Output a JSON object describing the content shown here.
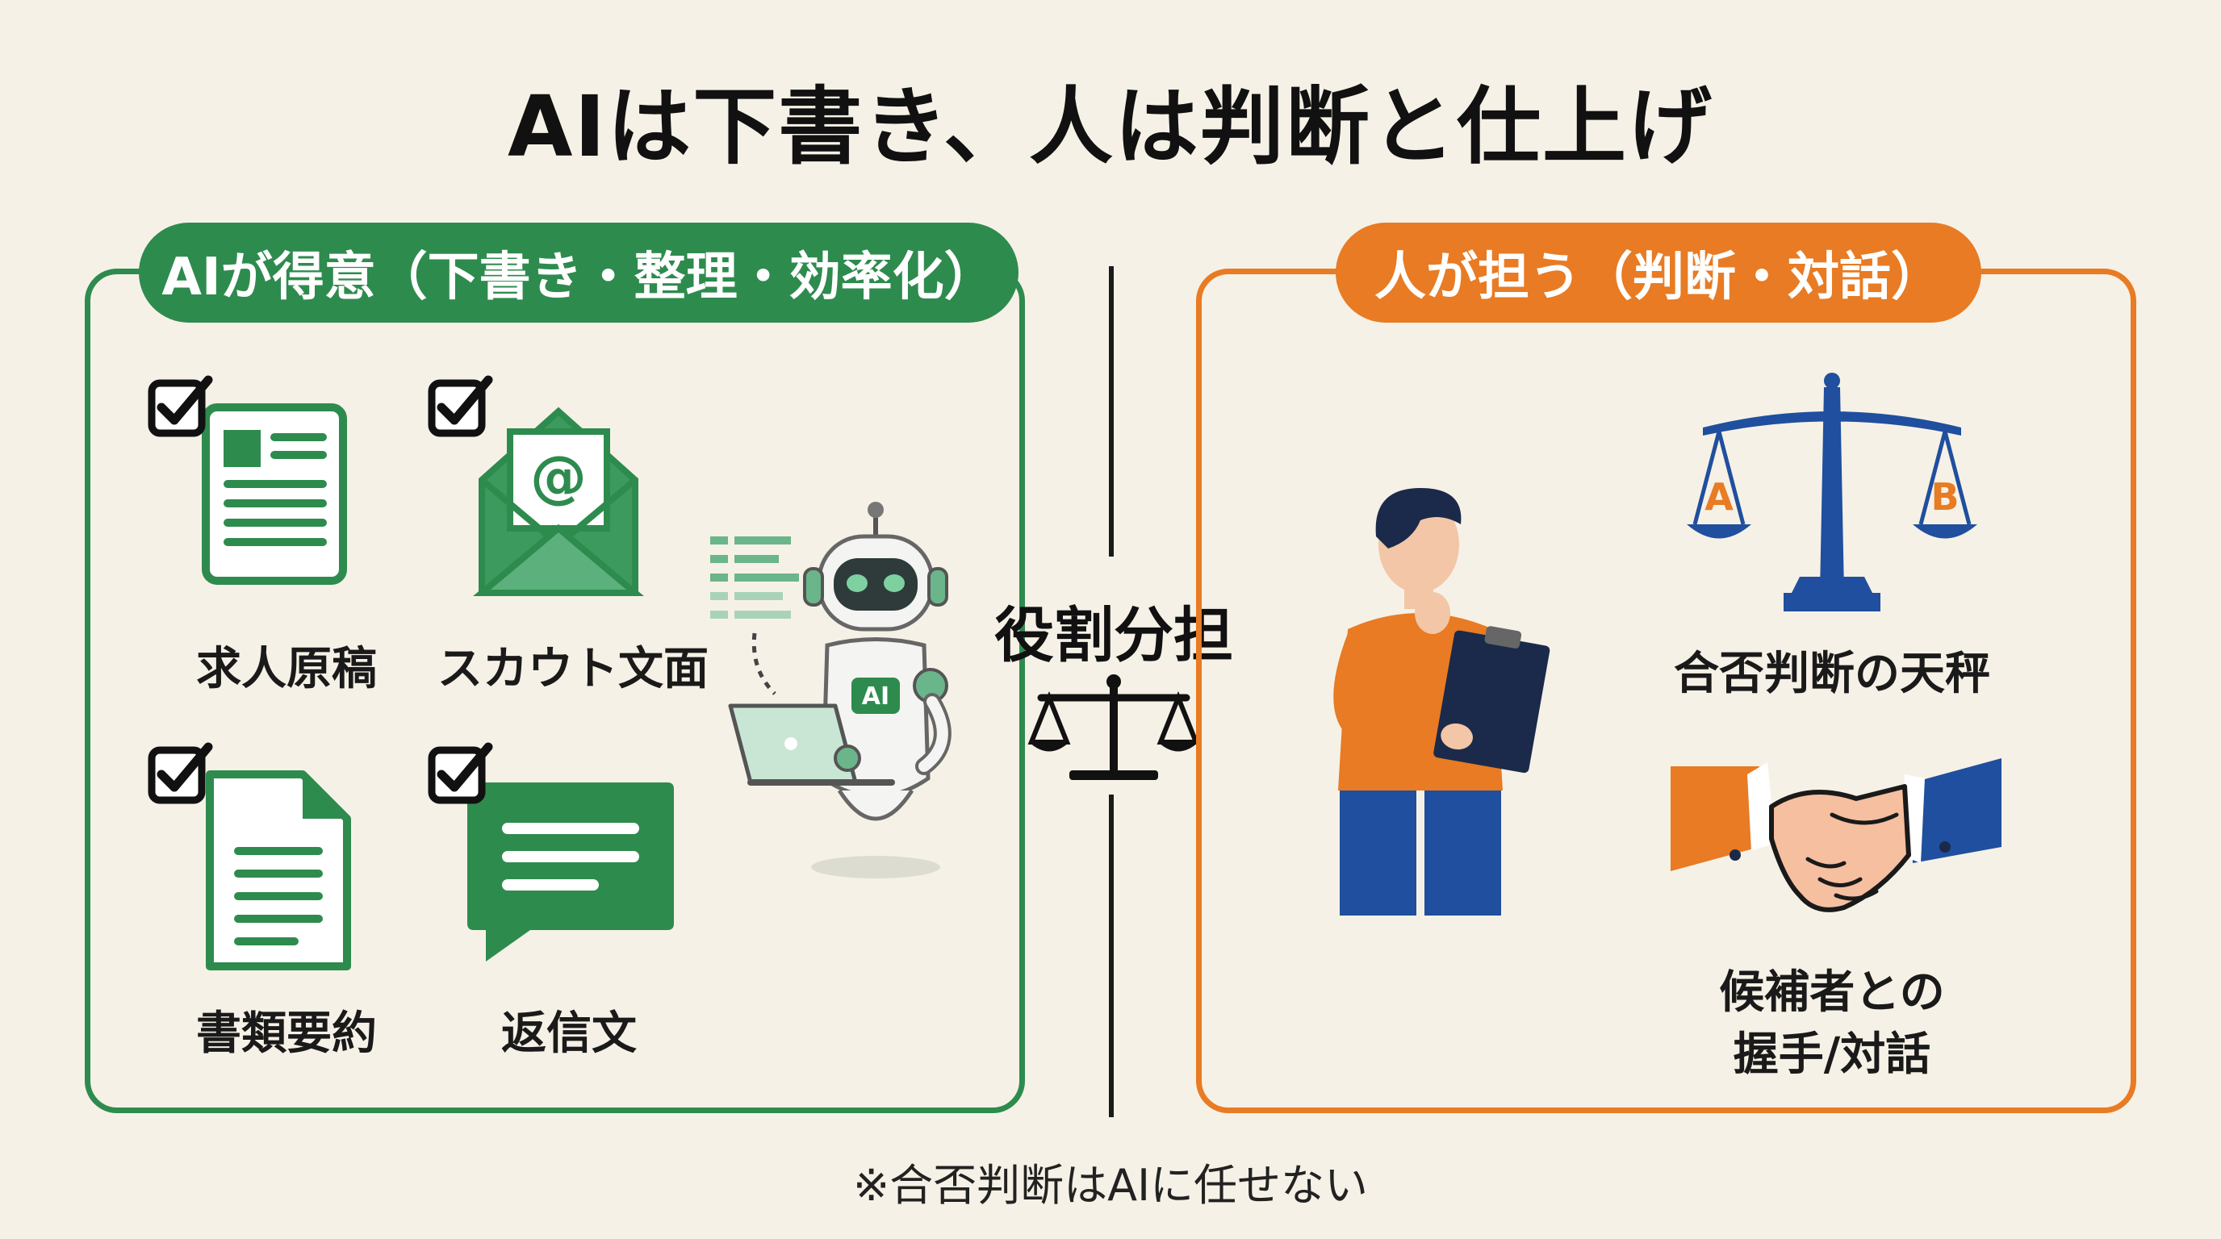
{
  "title": "AIは下書き、人は判断と仕上げ",
  "left_panel": {
    "header": "AIが得意（下書き・整理・効率化）",
    "items": [
      {
        "label": "求人原稿",
        "icon": "document-icon"
      },
      {
        "label": "スカウト文面",
        "icon": "envelope-icon"
      },
      {
        "label": "書類要約",
        "icon": "file-icon"
      },
      {
        "label": "返信文",
        "icon": "chat-bubble-icon"
      }
    ],
    "robot_badge": "AI",
    "envelope_symbol": "@"
  },
  "center": {
    "label": "役割分担",
    "icon": "scale-icon"
  },
  "right_panel": {
    "header": "人が担う（判断・対話）",
    "scale_label": "合否判断の天秤",
    "scale_pans": [
      "A",
      "B"
    ],
    "handshake_label_line1": "候補者との",
    "handshake_label_line2": "握手/対話"
  },
  "footnote": "※合否判断はAIに任せない",
  "colors": {
    "green": "#2e8b4e",
    "orange": "#e87b23",
    "navy": "#1f4f9e",
    "background": "#f6f1e6"
  }
}
